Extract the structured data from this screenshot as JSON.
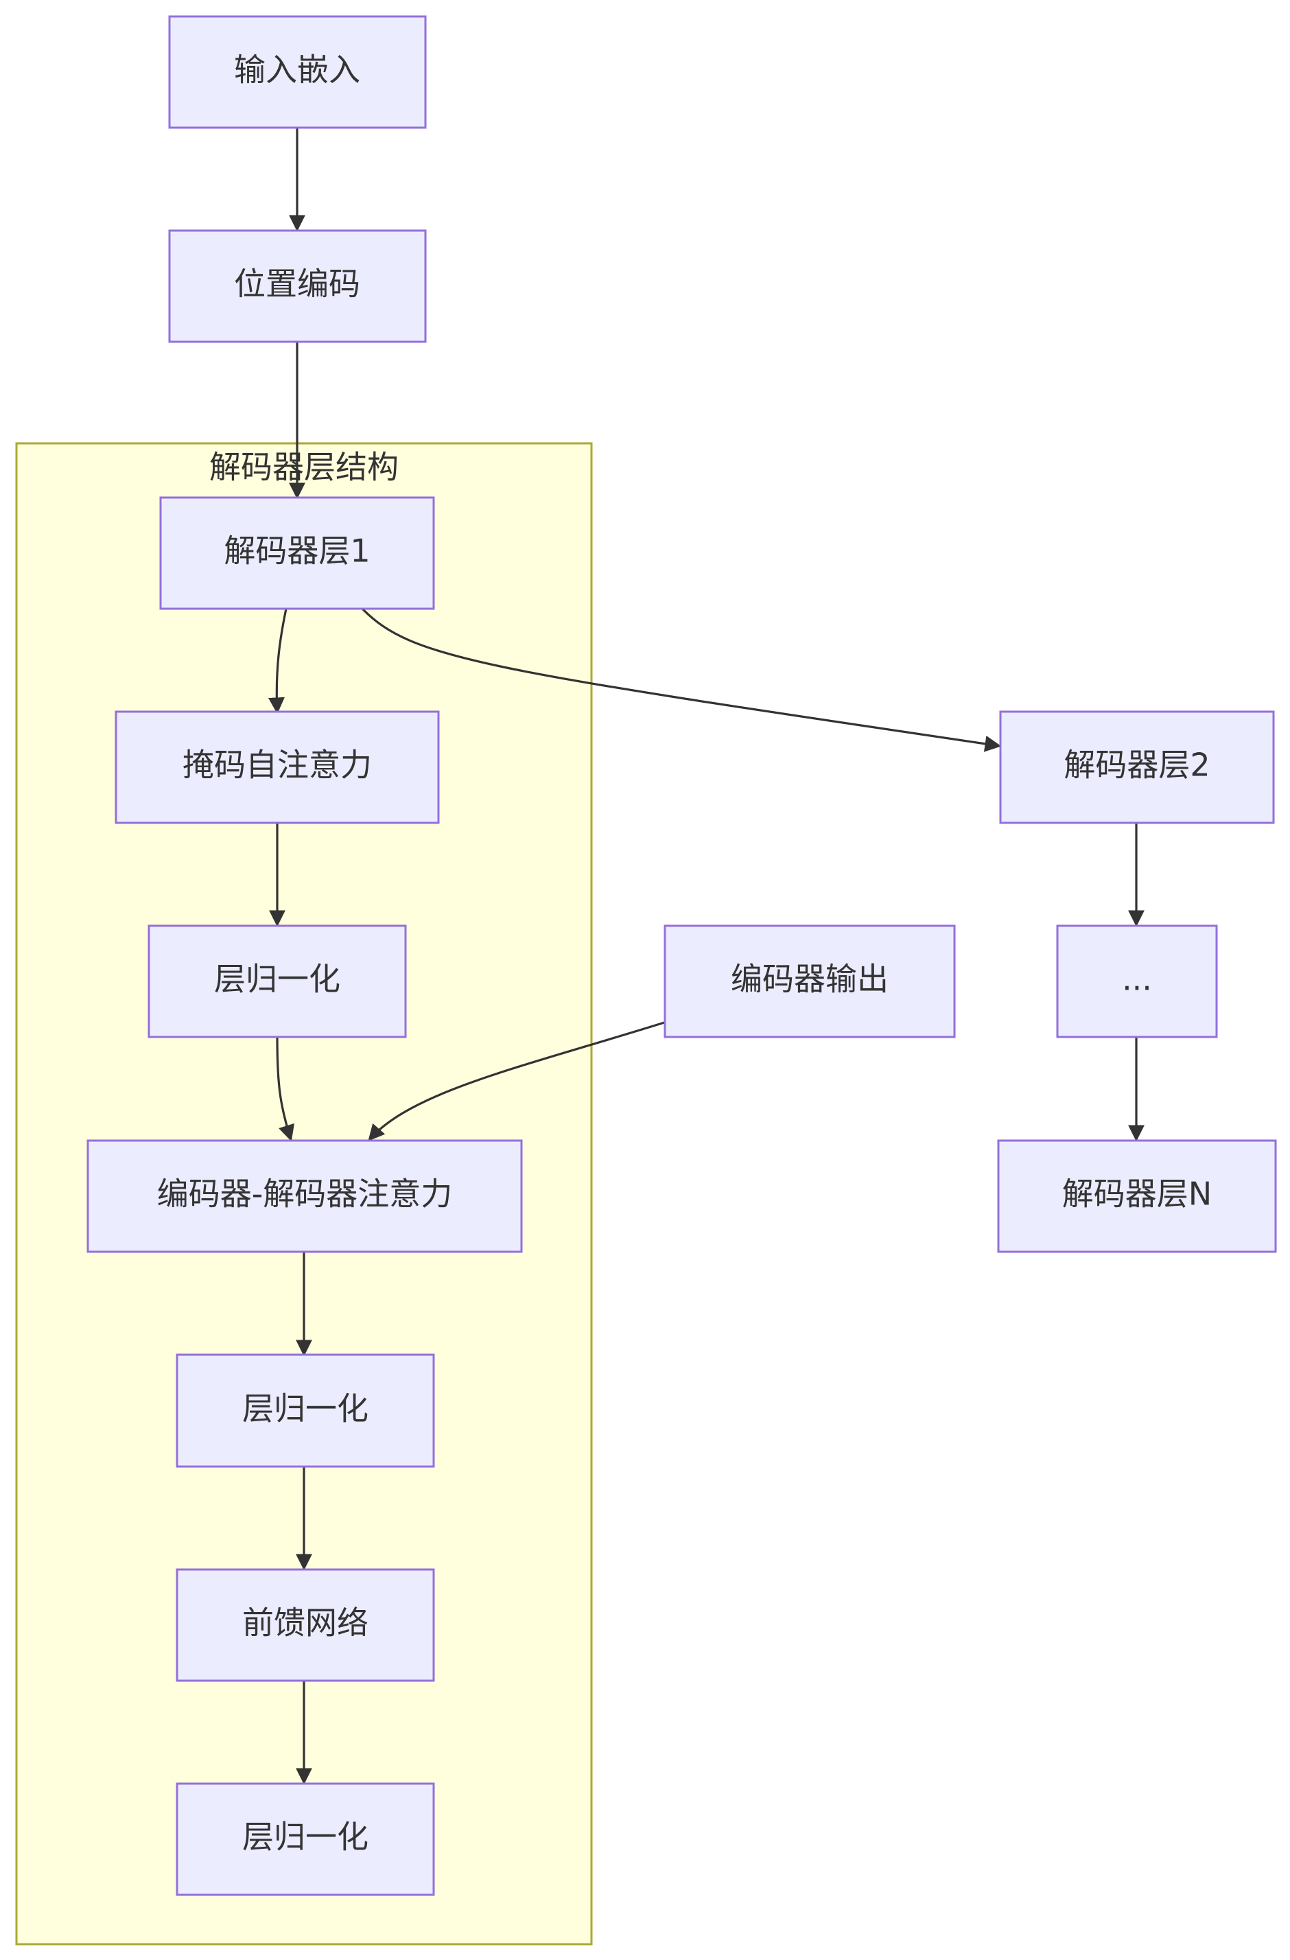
{
  "colors": {
    "node_fill": "#ECECFF",
    "node_stroke": "#9370DB",
    "cluster_fill": "#FFFFDE",
    "cluster_stroke": "#AAAA33",
    "edge": "#333333",
    "text": "#333333"
  },
  "cluster": {
    "title": "解码器层结构"
  },
  "nodes": {
    "input_embedding": "输入嵌入",
    "positional_encoding": "位置编码",
    "decoder_layer_1": "解码器层1",
    "masked_self_attention": "掩码自注意力",
    "layer_norm_1": "层归一化",
    "encoder_decoder_attention": "编码器-解码器注意力",
    "layer_norm_2": "层归一化",
    "feed_forward": "前馈网络",
    "layer_norm_3": "层归一化",
    "encoder_output": "编码器输出",
    "decoder_layer_2": "解码器层2",
    "ellipsis": "...",
    "decoder_layer_n": "解码器层N"
  },
  "edges": [
    [
      "input_embedding",
      "positional_encoding"
    ],
    [
      "positional_encoding",
      "decoder_layer_1"
    ],
    [
      "decoder_layer_1",
      "masked_self_attention"
    ],
    [
      "decoder_layer_1",
      "decoder_layer_2"
    ],
    [
      "masked_self_attention",
      "layer_norm_1"
    ],
    [
      "layer_norm_1",
      "encoder_decoder_attention"
    ],
    [
      "encoder_output",
      "encoder_decoder_attention"
    ],
    [
      "encoder_decoder_attention",
      "layer_norm_2"
    ],
    [
      "layer_norm_2",
      "feed_forward"
    ],
    [
      "feed_forward",
      "layer_norm_3"
    ],
    [
      "decoder_layer_2",
      "ellipsis"
    ],
    [
      "ellipsis",
      "decoder_layer_n"
    ]
  ]
}
